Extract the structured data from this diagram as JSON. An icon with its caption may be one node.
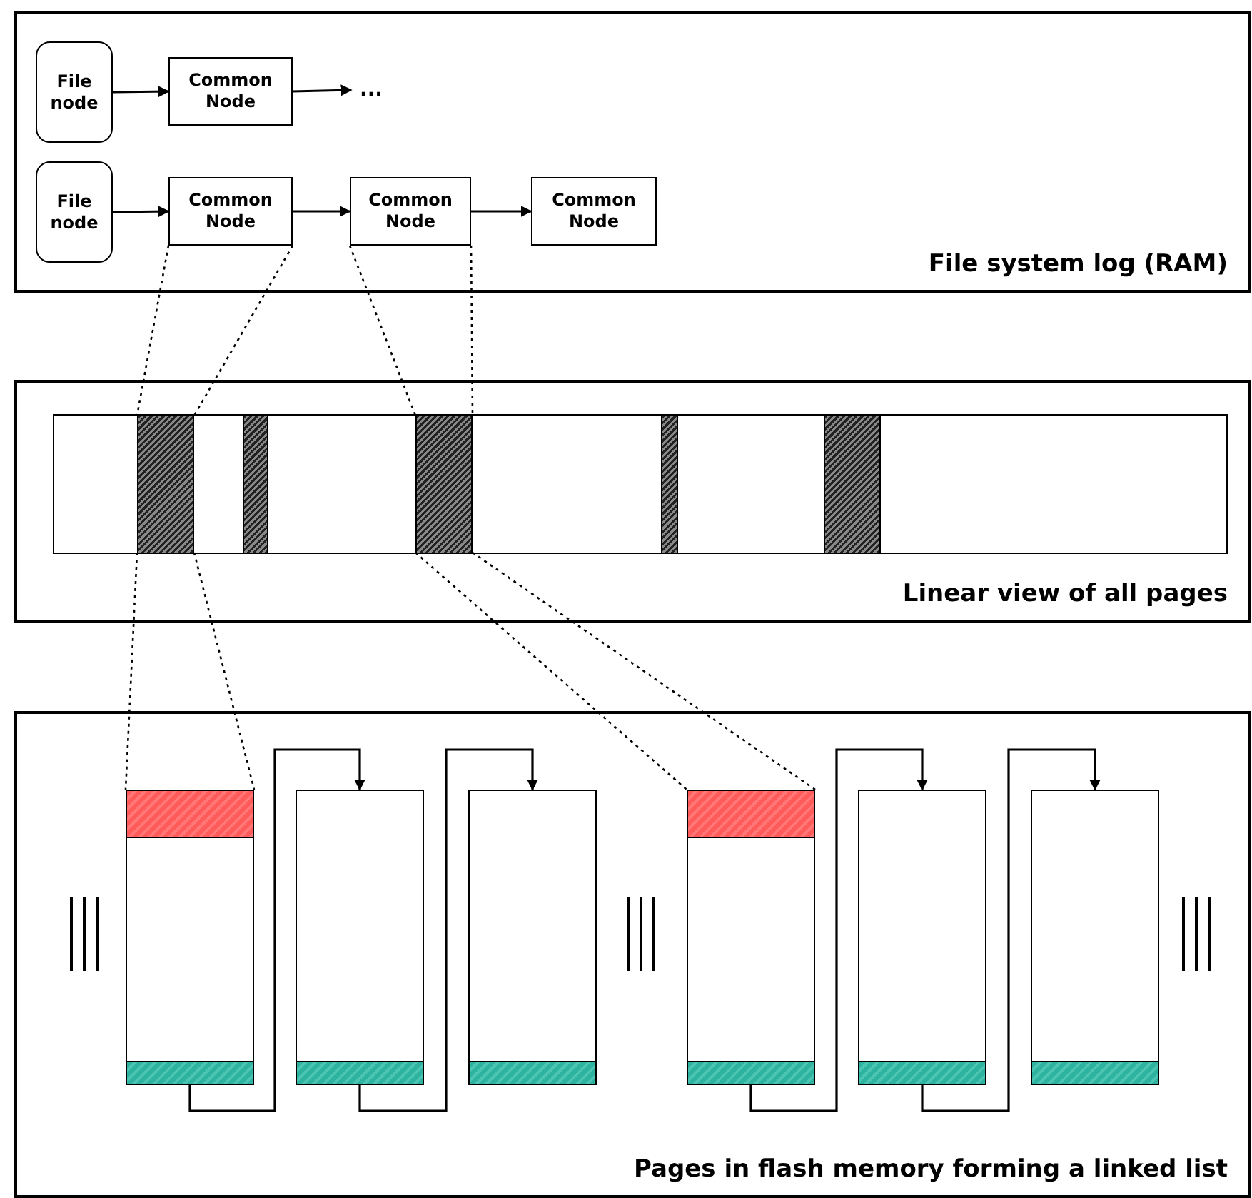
{
  "diagram": {
    "nodes": [
      {
        "text": [
          "File system log (RAM)"
        ]
      },
      {
        "text": [
          "File node"
        ],
        "in": 0
      },
      {
        "text": [
          "Common Node"
        ],
        "in": 0
      },
      {
        "text": [
          "..."
        ],
        "in": 0
      },
      {
        "text": [
          "File node"
        ],
        "in": 0
      },
      {
        "text": [
          "Common Node"
        ],
        "in": 0
      },
      {
        "text": [
          "Common Node"
        ],
        "in": 0
      },
      {
        "text": [
          "Common Node"
        ],
        "in": 0
      },
      {
        "text": [
          "Linear view of all pages"
        ]
      },
      {
        "text": [],
        "shape": "box",
        "in": 8
      },
      {
        "text": [],
        "shape": "bar",
        "in": 9
      },
      {
        "text": [],
        "shape": "bar",
        "in": 9
      },
      {
        "text": [],
        "shape": "bar",
        "in": 9
      },
      {
        "text": [],
        "shape": "bar",
        "in": 9
      },
      {
        "text": [],
        "shape": "bar",
        "in": 9
      },
      {
        "text": [
          "Pages in flash memory forming a linked list"
        ]
      },
      {
        "text": [],
        "shape": "box",
        "in": 15
      },
      {
        "text": [],
        "shape": "box",
        "in": 15
      },
      {
        "text": [],
        "shape": "box",
        "in": 15
      },
      {
        "text": [],
        "shape": "box",
        "in": 15
      },
      {
        "text": [],
        "shape": "box",
        "in": 15
      },
      {
        "text": [],
        "shape": "box",
        "in": 15
      }
    ],
    "edges": [
      {
        "from": 1,
        "to": 2,
        "arrow": "to"
      },
      {
        "from": 2,
        "to": 3,
        "arrow": "to"
      },
      {
        "from": 4,
        "to": 5,
        "arrow": "to"
      },
      {
        "from": 5,
        "to": 6,
        "arrow": "to"
      },
      {
        "from": 6,
        "to": 7,
        "arrow": "to"
      },
      {
        "from": 5,
        "to": 10,
        "arrow": "none",
        "style": "dashed"
      },
      {
        "from": 5,
        "to": 10,
        "arrow": "none",
        "style": "dashed"
      },
      {
        "from": 6,
        "to": 12,
        "arrow": "none",
        "style": "dashed"
      },
      {
        "from": 6,
        "to": 12,
        "arrow": "none",
        "style": "dashed"
      },
      {
        "from": 10,
        "to": 16,
        "arrow": "none",
        "style": "dashed"
      },
      {
        "from": 10,
        "to": 16,
        "arrow": "none",
        "style": "dashed"
      },
      {
        "from": 12,
        "to": 19,
        "arrow": "none",
        "style": "dashed"
      },
      {
        "from": 12,
        "to": 19,
        "arrow": "none",
        "style": "dashed"
      },
      {
        "from": 16,
        "to": 17,
        "arrow": "to"
      },
      {
        "from": 17,
        "to": 18,
        "arrow": "to"
      },
      {
        "from": 19,
        "to": 20,
        "arrow": "to"
      },
      {
        "from": 20,
        "to": 21,
        "arrow": "to"
      }
    ]
  }
}
